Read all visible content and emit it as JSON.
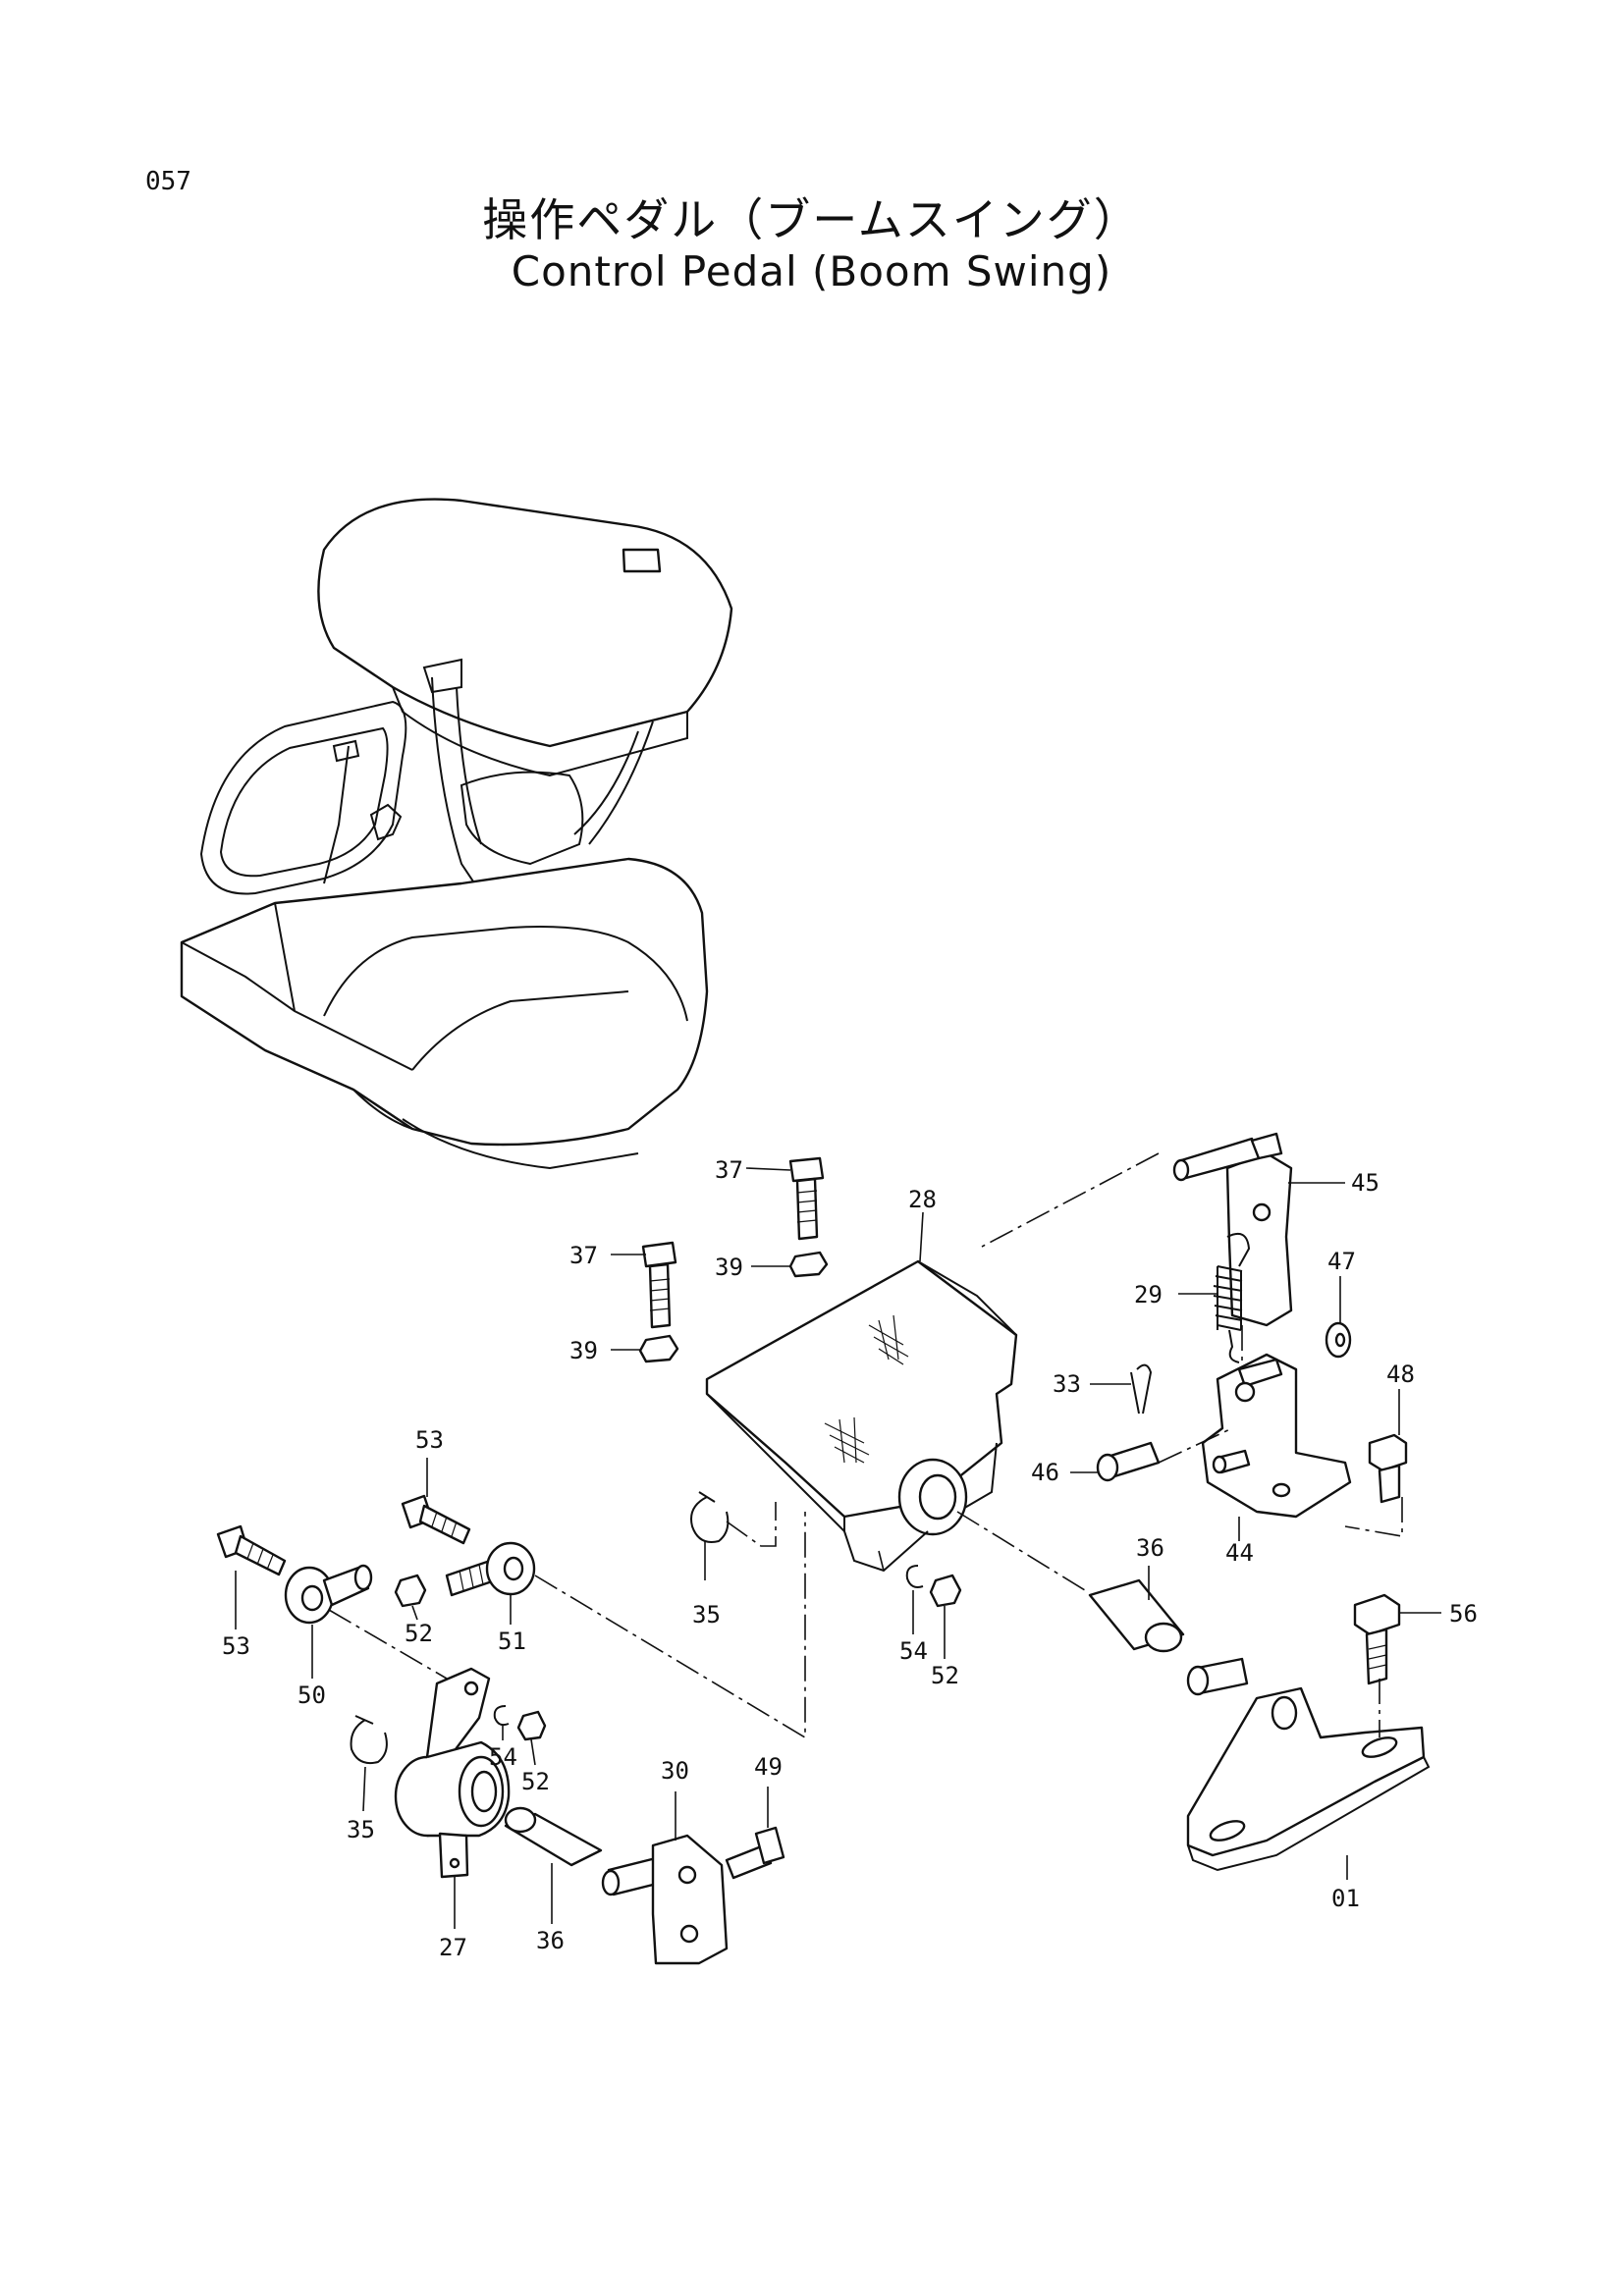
{
  "page_number": "057",
  "title_jp": "操作ペダル（ブームスイング）",
  "title_en": "Control Pedal (Boom Swing)",
  "labels": {
    "p37a": "37",
    "p39a": "39",
    "p28": "28",
    "p45": "45",
    "p37b": "37",
    "p39b": "39",
    "p29": "29",
    "p47": "47",
    "p33": "33",
    "p48": "48",
    "p46": "46",
    "p44": "44",
    "p53a": "53",
    "p36a": "36",
    "p56": "56",
    "p35a": "35",
    "p53b": "53",
    "p52a": "52",
    "p51": "51",
    "p54a": "54",
    "p52b": "52",
    "p50": "50",
    "p54b": "54",
    "p52c": "52",
    "p49": "49",
    "p30": "30",
    "p35b": "35",
    "p27": "27",
    "p36b": "36",
    "p01": "01"
  }
}
